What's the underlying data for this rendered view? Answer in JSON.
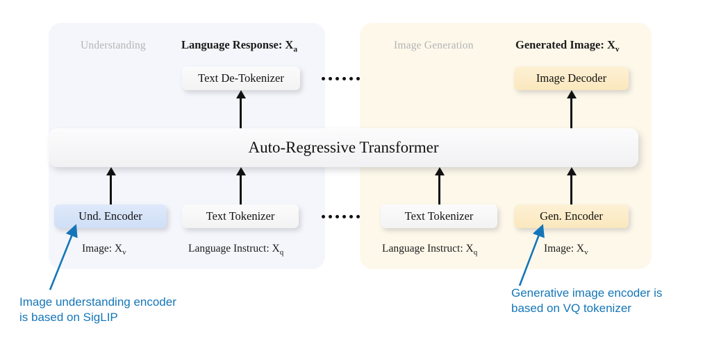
{
  "panels": {
    "understanding": {
      "caption": "Understanding"
    },
    "generation": {
      "caption": "Image Generation"
    }
  },
  "outputs": {
    "language_response": "Language Response: X",
    "language_response_sub": "a",
    "generated_image": "Generated Image: X",
    "generated_image_sub": "v"
  },
  "inputs": {
    "image_left": "Image: X",
    "image_left_sub": "v",
    "instruct_left": "Language Instruct: X",
    "instruct_left_sub": "q",
    "instruct_right": "Language Instruct: X",
    "instruct_right_sub": "q",
    "image_right": "Image: X",
    "image_right_sub": "v"
  },
  "boxes": {
    "text_detokenizer": "Text De-Tokenizer",
    "image_decoder": "Image Decoder",
    "transformer": "Auto-Regressive Transformer",
    "und_encoder": "Und. Encoder",
    "text_tokenizer_left": "Text Tokenizer",
    "text_tokenizer_right": "Text Tokenizer",
    "gen_encoder": "Gen. Encoder"
  },
  "annotations": {
    "left": "Image understanding encoder\nis based on SigLIP",
    "right": "Generative image encoder is\nbased on VQ tokenizer"
  },
  "colors": {
    "panel_understanding": "#f4f6fb",
    "panel_generation": "#fdf8ea",
    "box_gray": "#f6f6f7",
    "box_blue": "#d6e4f7",
    "box_cream": "#fbecc9",
    "annotation_blue": "#1476b8",
    "arrow_black": "#111111",
    "caption_gray": "#b4b4b6"
  }
}
